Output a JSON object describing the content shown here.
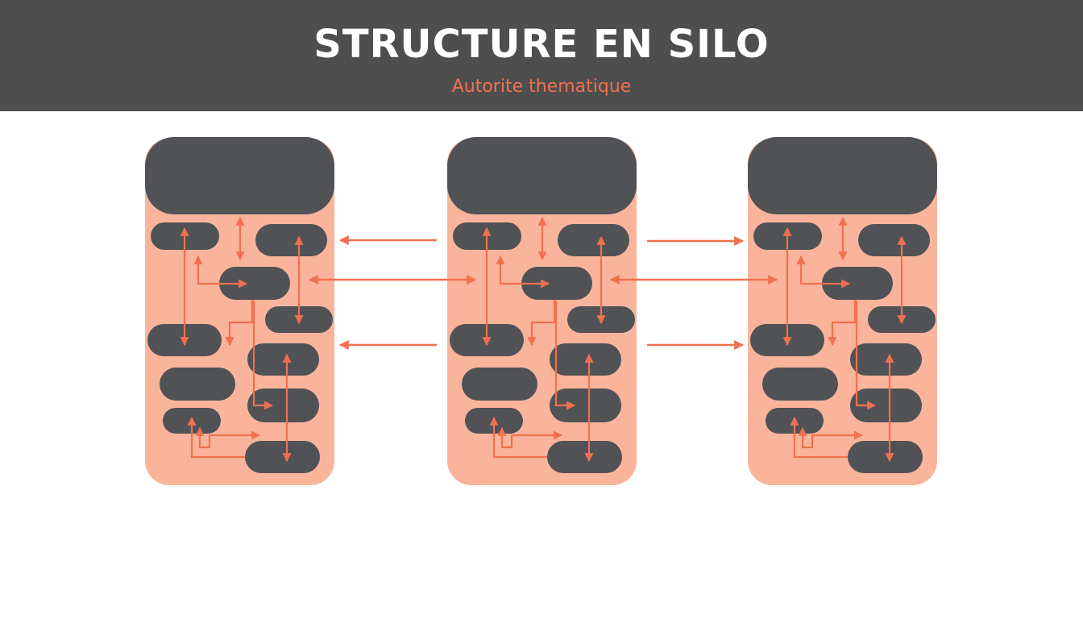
{
  "header": {
    "title": "STRUCTURE EN SILO",
    "subtitle": "Autorite thematique"
  },
  "colors": {
    "header_bg": "#4e4e4e",
    "title": "#ffffff",
    "accent": "#f07050",
    "silo_fill": "#fbb49c",
    "node_fill": "#505256",
    "page_bg": "#ffffff"
  },
  "diagram": {
    "silo_count": 3,
    "pages_per_silo": 11
  }
}
